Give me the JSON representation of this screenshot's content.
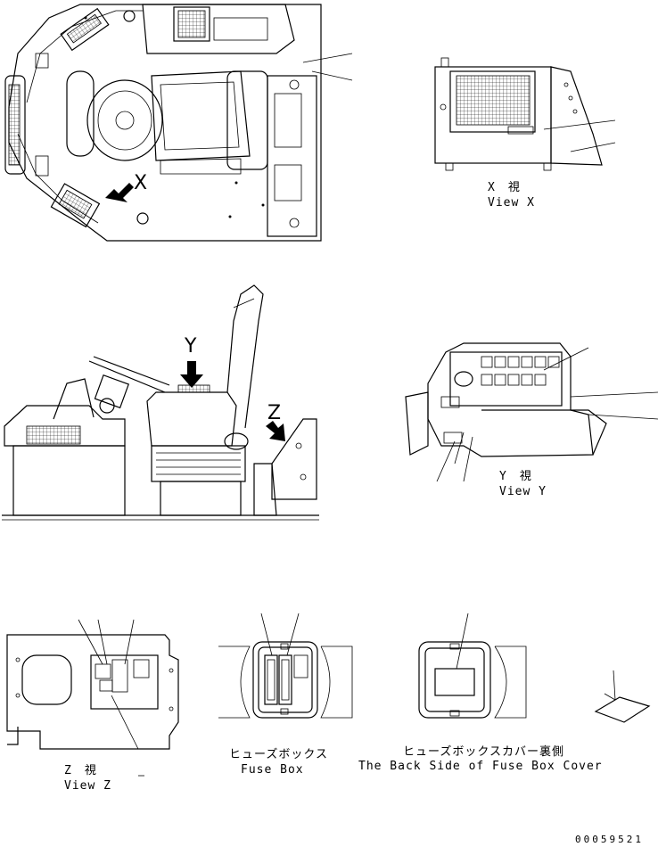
{
  "views": {
    "x": {
      "letter": "X",
      "jp": "X　視",
      "en": "View X"
    },
    "y": {
      "letter": "Y",
      "jp": "Y　視",
      "en": "View Y"
    },
    "z": {
      "letter": "Z",
      "jp": "Z　視",
      "en": "View Z"
    }
  },
  "fuse_box": {
    "jp": "ヒューズボックス",
    "en": "Fuse Box"
  },
  "fuse_cover": {
    "jp": "ヒューズボックスカバー裏側",
    "en": "The Back Side of Fuse Box Cover"
  },
  "drawing_code": "00059521"
}
